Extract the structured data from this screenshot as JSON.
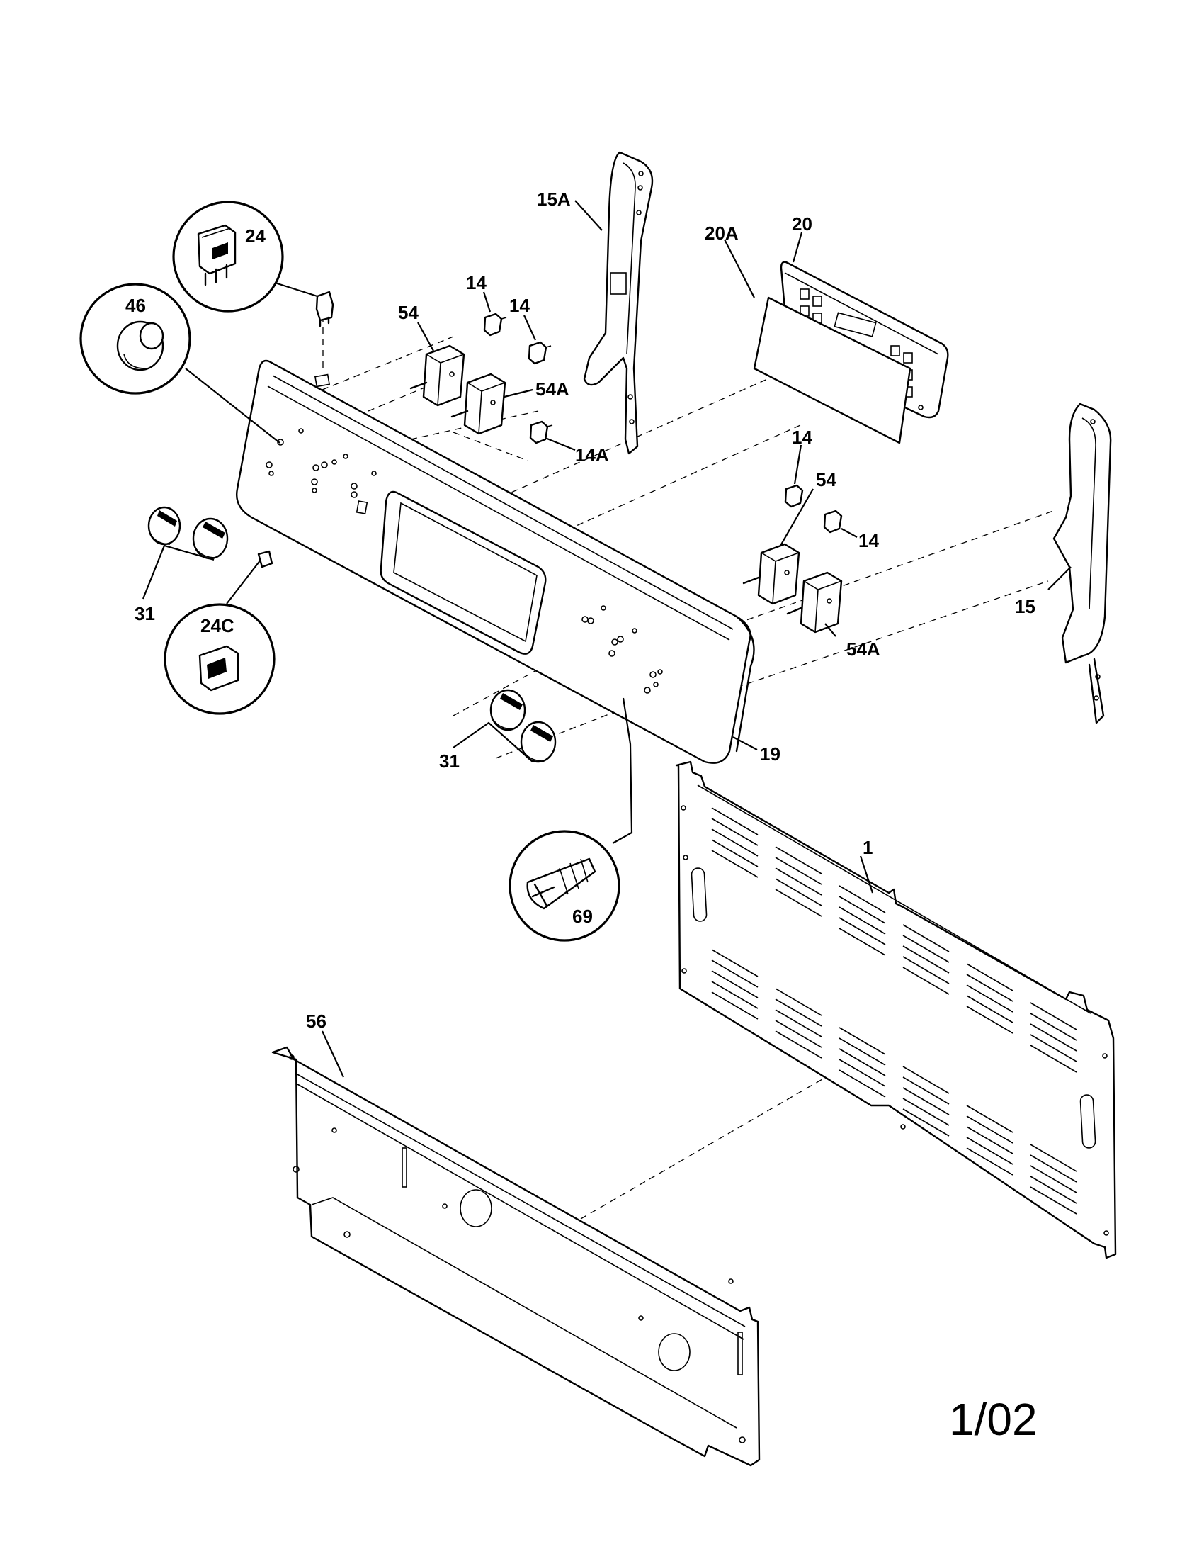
{
  "labels": {
    "p1": "1",
    "p14a": "14",
    "p14b": "14",
    "p14c": "14",
    "p14d": "14",
    "p14A": "14A",
    "p15": "15",
    "p15A": "15A",
    "p19": "19",
    "p20": "20",
    "p20A": "20A",
    "p24": "24",
    "p24C": "24C",
    "p31a": "31",
    "p31b": "31",
    "p46": "46",
    "p54a": "54",
    "p54b": "54",
    "p54Aa": "54A",
    "p54Ab": "54A",
    "p56": "56",
    "p69": "69"
  },
  "revision": "1/02"
}
